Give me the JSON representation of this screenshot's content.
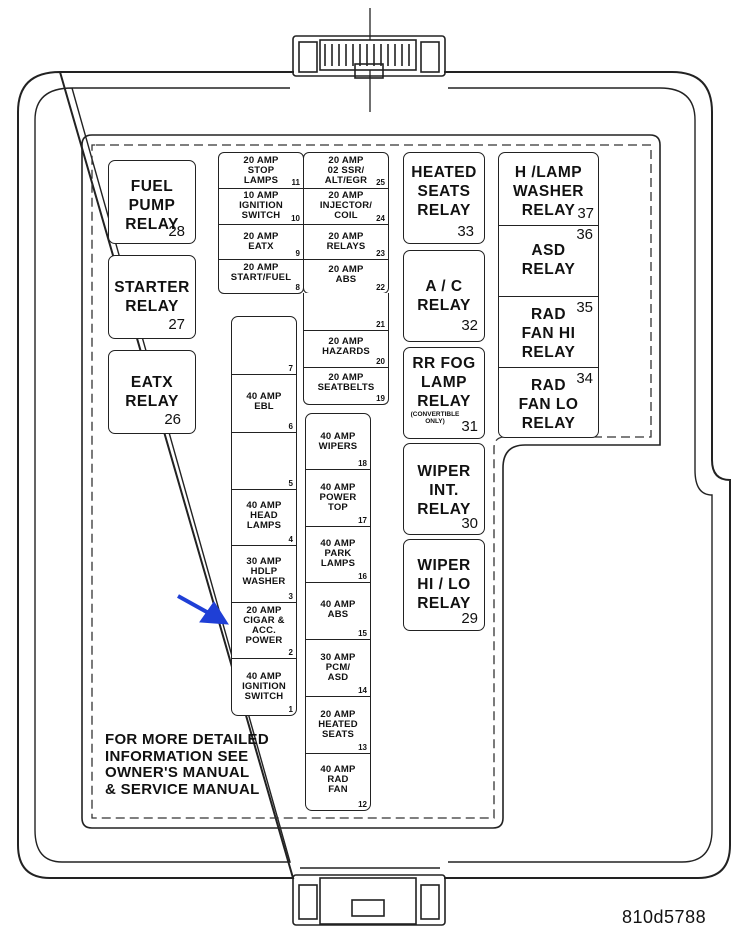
{
  "relays": {
    "fuel_pump": {
      "label": "FUEL\nPUMP\nRELAY",
      "number": "28"
    },
    "starter": {
      "label": "STARTER\nRELAY",
      "number": "27"
    },
    "eatx": {
      "label": "EATX\nRELAY",
      "number": "26"
    },
    "heated_seats": {
      "label": "HEATED\nSEATS\nRELAY",
      "number": "33"
    },
    "ac": {
      "label": "A / C\nRELAY",
      "number": "32"
    },
    "rr_fog": {
      "label": "RR FOG\nLAMP\nRELAY",
      "note": "(CONVERTIBLE\nONLY)",
      "number": "31"
    },
    "wiper_int": {
      "label": "WIPER\nINT.\nRELAY",
      "number": "30"
    },
    "wiper_hilo": {
      "label": "WIPER\nHI / LO\nRELAY",
      "number": "29"
    },
    "hlamp_washer": {
      "label": "H /LAMP\nWASHER\nRELAY",
      "number": "37"
    },
    "asd": {
      "label": "ASD\nRELAY",
      "number": "36"
    },
    "rad_fan_hi": {
      "label": "RAD\nFAN HI\nRELAY",
      "number": "35"
    },
    "rad_fan_lo": {
      "label": "RAD\nFAN LO\nRELAY",
      "number": "34"
    }
  },
  "mini_fuses": {
    "f11": {
      "label": "20 AMP\nSTOP\nLAMPS",
      "number": "11"
    },
    "f10": {
      "label": "10 AMP\nIGNITION\nSWITCH",
      "number": "10"
    },
    "f9": {
      "label": "20 AMP\nEATX",
      "number": "9"
    },
    "f8": {
      "label": "20 AMP\nSTART/FUEL",
      "number": "8"
    },
    "f25": {
      "label": "20 AMP\n02 SSR/\nALT/EGR",
      "number": "25"
    },
    "f24": {
      "label": "20 AMP\nINJECTOR/\nCOIL",
      "number": "24"
    },
    "f23": {
      "label": "20 AMP\nRELAYS",
      "number": "23"
    },
    "f22": {
      "label": "20 AMP\nABS",
      "number": "22"
    },
    "f21": {
      "label": "",
      "number": "21"
    },
    "f20": {
      "label": "20 AMP\nHAZARDS",
      "number": "20"
    },
    "f19": {
      "label": "20 AMP\nSEATBELTS",
      "number": "19"
    }
  },
  "cartridge_left": {
    "f7": {
      "label": "",
      "number": "7"
    },
    "f6": {
      "label": "40 AMP\nEBL",
      "number": "6"
    },
    "f5": {
      "label": "",
      "number": "5"
    },
    "f4": {
      "label": "40 AMP\nHEAD\nLAMPS",
      "number": "4"
    },
    "f3": {
      "label": "30 AMP\nHDLP\nWASHER",
      "number": "3"
    },
    "f2": {
      "label": "20 AMP\nCIGAR &\nACC.\nPOWER",
      "number": "2"
    },
    "f1": {
      "label": "40 AMP\nIGNITION\nSWITCH",
      "number": "1"
    }
  },
  "cartridge_right": {
    "f18": {
      "label": "40 AMP\nWIPERS",
      "number": "18"
    },
    "f17": {
      "label": "40 AMP\nPOWER\nTOP",
      "number": "17"
    },
    "f16": {
      "label": "40 AMP\nPARK\nLAMPS",
      "number": "16"
    },
    "f15": {
      "label": "40 AMP\nABS",
      "number": "15"
    },
    "f14": {
      "label": "30 AMP\nPCM/\nASD",
      "number": "14"
    },
    "f13": {
      "label": "20 AMP\nHEATED\nSEATS",
      "number": "13"
    },
    "f12": {
      "label": "40 AMP\nRAD\nFAN",
      "number": "12"
    }
  },
  "note": "FOR MORE DETAILED\nINFORMATION SEE\nOWNER'S MANUAL\n& SERVICE MANUAL",
  "figure_code": "810d5788",
  "arrow_color": "#1f3fd6"
}
